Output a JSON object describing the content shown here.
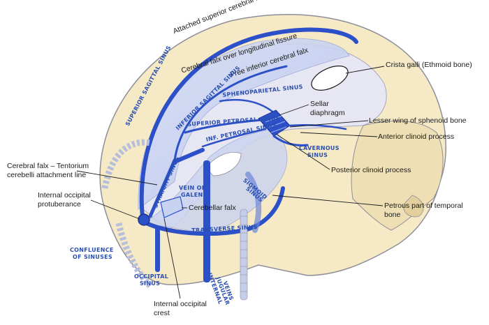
{
  "diagram": {
    "labels": {
      "attached_superior_falx": "Attached superior cerebral falx",
      "falx_longitudinal": "Cerebral falx over longitudinal fissure",
      "free_inferior_falx": "Free inferior cerebral falx",
      "crista_galli": "Crista galli (Ethmoid bone)",
      "sellar_diaphragm_1": "Sellar",
      "sellar_diaphragm_2": "diaphragm",
      "lesser_wing": "Lesser wing of sphenoid bone",
      "anterior_clinoid": "Anterior clinoid process",
      "posterior_clinoid": "Posterior clinoid process",
      "falx_tentorium_1": "Cerebral falx – Tentorium",
      "falx_tentorium_2": "cerebelli attachment line",
      "cerebellar_falx": "Cerebellar falx",
      "internal_occipital_protuberance_1": "Internal occipital",
      "internal_occipital_protuberance_2": "protuberance",
      "petrous_1": "Petrous part of temporal",
      "petrous_2": "bone",
      "internal_occipital_crest_1": "Internal occipital",
      "internal_occipital_crest_2": "crest"
    },
    "sinus_names": {
      "superior_sagittal": "SUPERIOR SAGITTAL SINUS",
      "inferior_sagittal": "INFERIOR SAGITTAL SINUS",
      "sphenoparietal": "SPHENOPARIETAL SINUS",
      "superior_petrosal": "SUPERIOR PETROSAL SINUS",
      "inferior_petrosal": "INF. PETROSAL SINUS",
      "cavernous_1": "CAVERNOUS",
      "cavernous_2": "SINUS",
      "straight": "STRAIGHT SINUS",
      "vein_of_galen_1": "VEIN OF",
      "vein_of_galen_2": "GALEN",
      "sigmoid_1": "SIGMOID",
      "sigmoid_2": "SINUS",
      "transverse": "TRANSVERSE SINUS",
      "confluence_1": "CONFLUENCE",
      "confluence_2": "OF SINUSES",
      "occipital_1": "OCCIPITAL",
      "occipital_2": "SINUS",
      "ijv_1": "INTERNAL",
      "ijv_2": "JUGULAR",
      "ijv_3": "VEINS"
    },
    "colors": {
      "bone": "#f6e9c6",
      "bone_shadow": "#e9d7a6",
      "outline": "#8e8e9a",
      "sinus": "#2b50c8",
      "membrane": "#c9d4f0",
      "label_text": "#1a1a1a"
    }
  }
}
